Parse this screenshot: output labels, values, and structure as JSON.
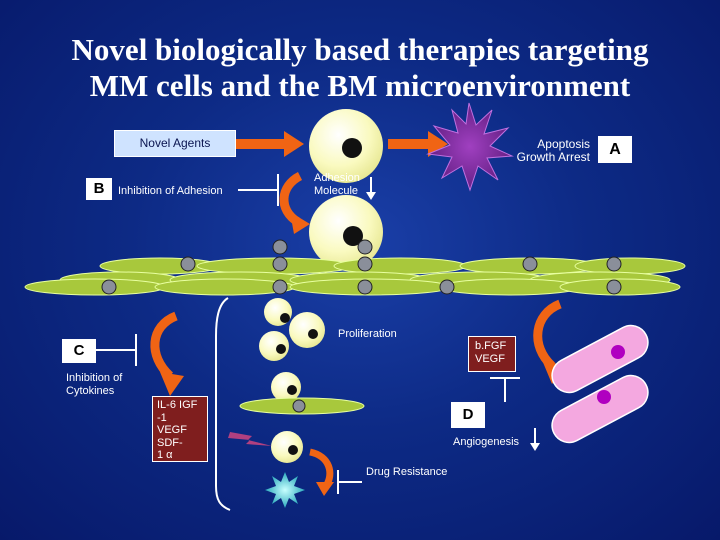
{
  "title": {
    "line1": "Novel biologically based therapies targeting",
    "line2": "MM cells and the BM microenvironment"
  },
  "labels": {
    "novel_agents": "Novel Agents",
    "apoptosis": "Apoptosis",
    "growth_arrest": "Growth Arrest",
    "tag_a": "A",
    "tag_b": "B",
    "inhibition_of_adhesion": "Inhibition of Adhesion",
    "adhesion": "Adhesion",
    "molecule": "Molecule",
    "proliferation": "Proliferation",
    "tag_c": "C",
    "inhibition_of": "Inhibition of",
    "cytokines": "Cytokines",
    "cyto_1": "IL-6 IGF",
    "cyto_2": "-1",
    "cyto_3": "VEGF",
    "cyto_4": "SDF-",
    "cyto_5": "1 α",
    "bfgf": "b.FGF",
    "vegf": "VEGF",
    "tag_d": "D",
    "angiogenesis": "Angiogenesis",
    "drug_resistance": "Drug Resistance"
  },
  "colors": {
    "arrow_orange": "#f06414",
    "box_red": "#7f1e1e",
    "cell_yellow": "#fafac0",
    "stromal_green": "#a8c83c",
    "node_gray": "#8a8f9a",
    "endothelial_pink": "#f4a8e0",
    "nucleus_purple": "#b000c0",
    "apoptosis_purple": "#8a3aa8",
    "star_cyan": "#18c8d8"
  }
}
